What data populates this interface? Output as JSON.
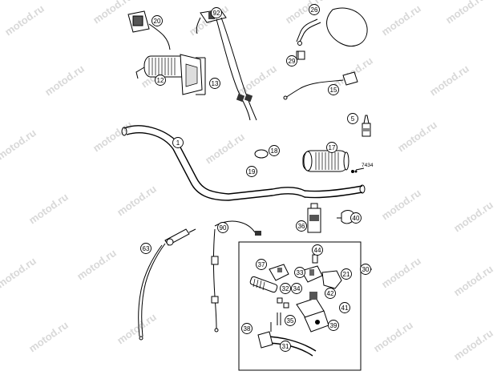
{
  "watermark": "motod.ru",
  "callouts": [
    {
      "id": "c1",
      "label": "1"
    },
    {
      "id": "c5",
      "label": "5"
    },
    {
      "id": "c12",
      "label": "12"
    },
    {
      "id": "c13",
      "label": "13"
    },
    {
      "id": "c15",
      "label": "15"
    },
    {
      "id": "c17",
      "label": "17"
    },
    {
      "id": "c18",
      "label": "18"
    },
    {
      "id": "c19",
      "label": "19"
    },
    {
      "id": "c20",
      "label": "20"
    },
    {
      "id": "c21",
      "label": "21"
    },
    {
      "id": "c26",
      "label": "26"
    },
    {
      "id": "c29",
      "label": "29"
    },
    {
      "id": "c30",
      "label": "30"
    },
    {
      "id": "c31",
      "label": "31"
    },
    {
      "id": "c32",
      "label": "32"
    },
    {
      "id": "c33",
      "label": "33"
    },
    {
      "id": "c34",
      "label": "34"
    },
    {
      "id": "c35",
      "label": "35"
    },
    {
      "id": "c36",
      "label": "36"
    },
    {
      "id": "c37",
      "label": "37"
    },
    {
      "id": "c38",
      "label": "38"
    },
    {
      "id": "c39",
      "label": "39"
    },
    {
      "id": "c40",
      "label": "40"
    },
    {
      "id": "c41",
      "label": "41"
    },
    {
      "id": "c42",
      "label": "42"
    },
    {
      "id": "c44",
      "label": "44"
    },
    {
      "id": "c63",
      "label": "63"
    },
    {
      "id": "c90",
      "label": "90"
    },
    {
      "id": "c92",
      "label": "92"
    }
  ],
  "code_label": "7434"
}
